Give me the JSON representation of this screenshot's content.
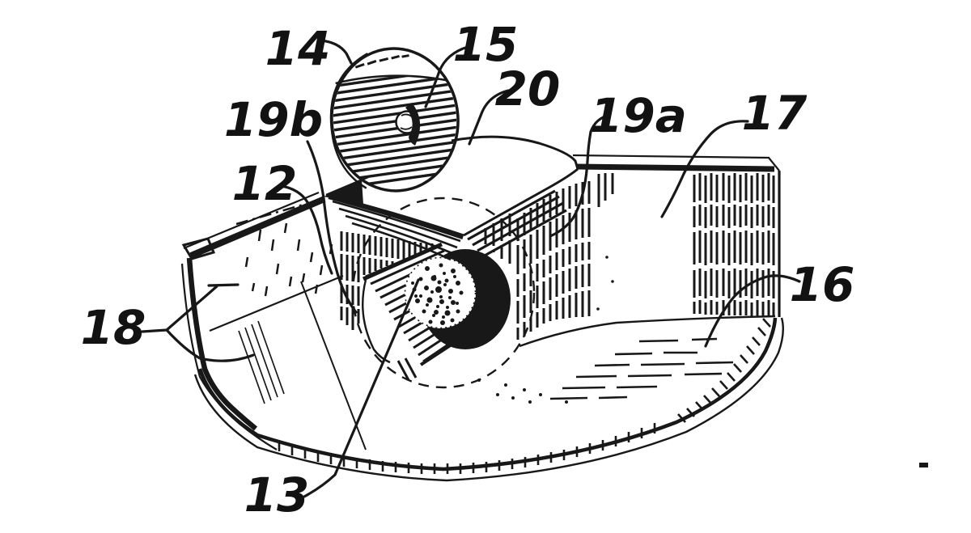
{
  "figure": {
    "kind": "patent-line-drawing",
    "background_color": "#ffffff",
    "ink_color": "#181818",
    "reference_numerals": [
      {
        "text": "14"
      },
      {
        "text": "15"
      },
      {
        "text": "20"
      },
      {
        "text": "19b"
      },
      {
        "text": "19a"
      },
      {
        "text": "17"
      },
      {
        "text": "12"
      },
      {
        "text": "16"
      },
      {
        "text": "18"
      },
      {
        "text": "13"
      }
    ]
  }
}
